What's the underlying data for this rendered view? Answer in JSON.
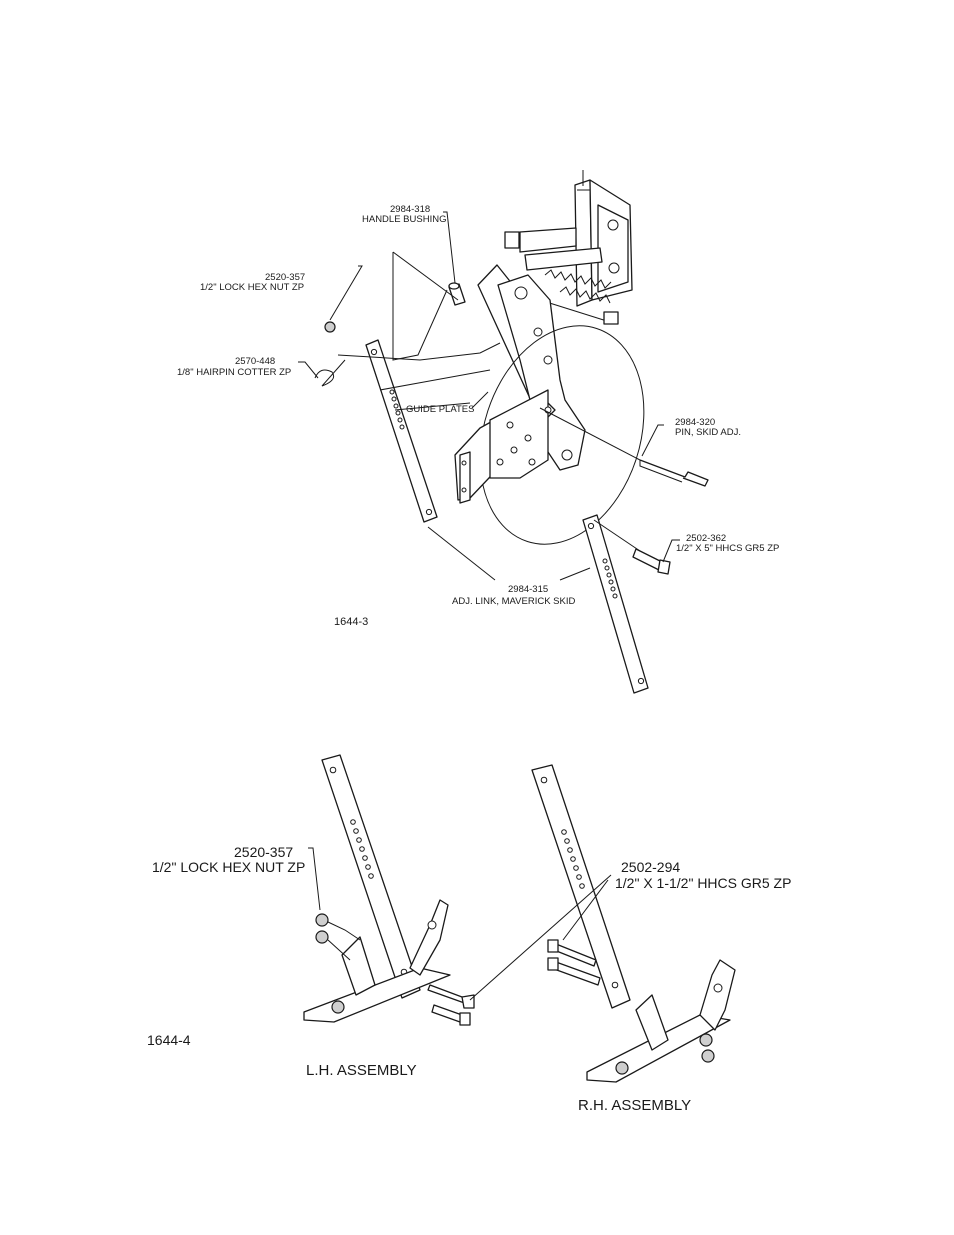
{
  "figure1": {
    "id": "1644-3",
    "labels": {
      "handle_bushing_num": "2984-318",
      "handle_bushing_name": "HANDLE BUSHING",
      "lock_nut_num": "2520-357",
      "lock_nut_name": "1/2\" LOCK HEX NUT ZP",
      "hairpin_num": "2570-448",
      "hairpin_name": "1/8\" HAIRPIN COTTER ZP",
      "guide_plates": "GUIDE PLATES",
      "pin_num": "2984-320",
      "pin_name": "PIN, SKID ADJ.",
      "bolt_num": "2502-362",
      "bolt_name": "1/2\" X 5\" HHCS GR5 ZP",
      "link_num": "2984-315",
      "link_name": "ADJ. LINK, MAVERICK SKID"
    }
  },
  "figure2": {
    "id": "1644-4",
    "labels": {
      "nut_num": "2520-357",
      "nut_name": "1/2\" LOCK HEX NUT ZP",
      "bolt_num": "2502-294",
      "bolt_name": "1/2\" X 1-1/2\" HHCS GR5 ZP",
      "lh": "L.H. ASSEMBLY",
      "rh": "R.H. ASSEMBLY"
    }
  }
}
